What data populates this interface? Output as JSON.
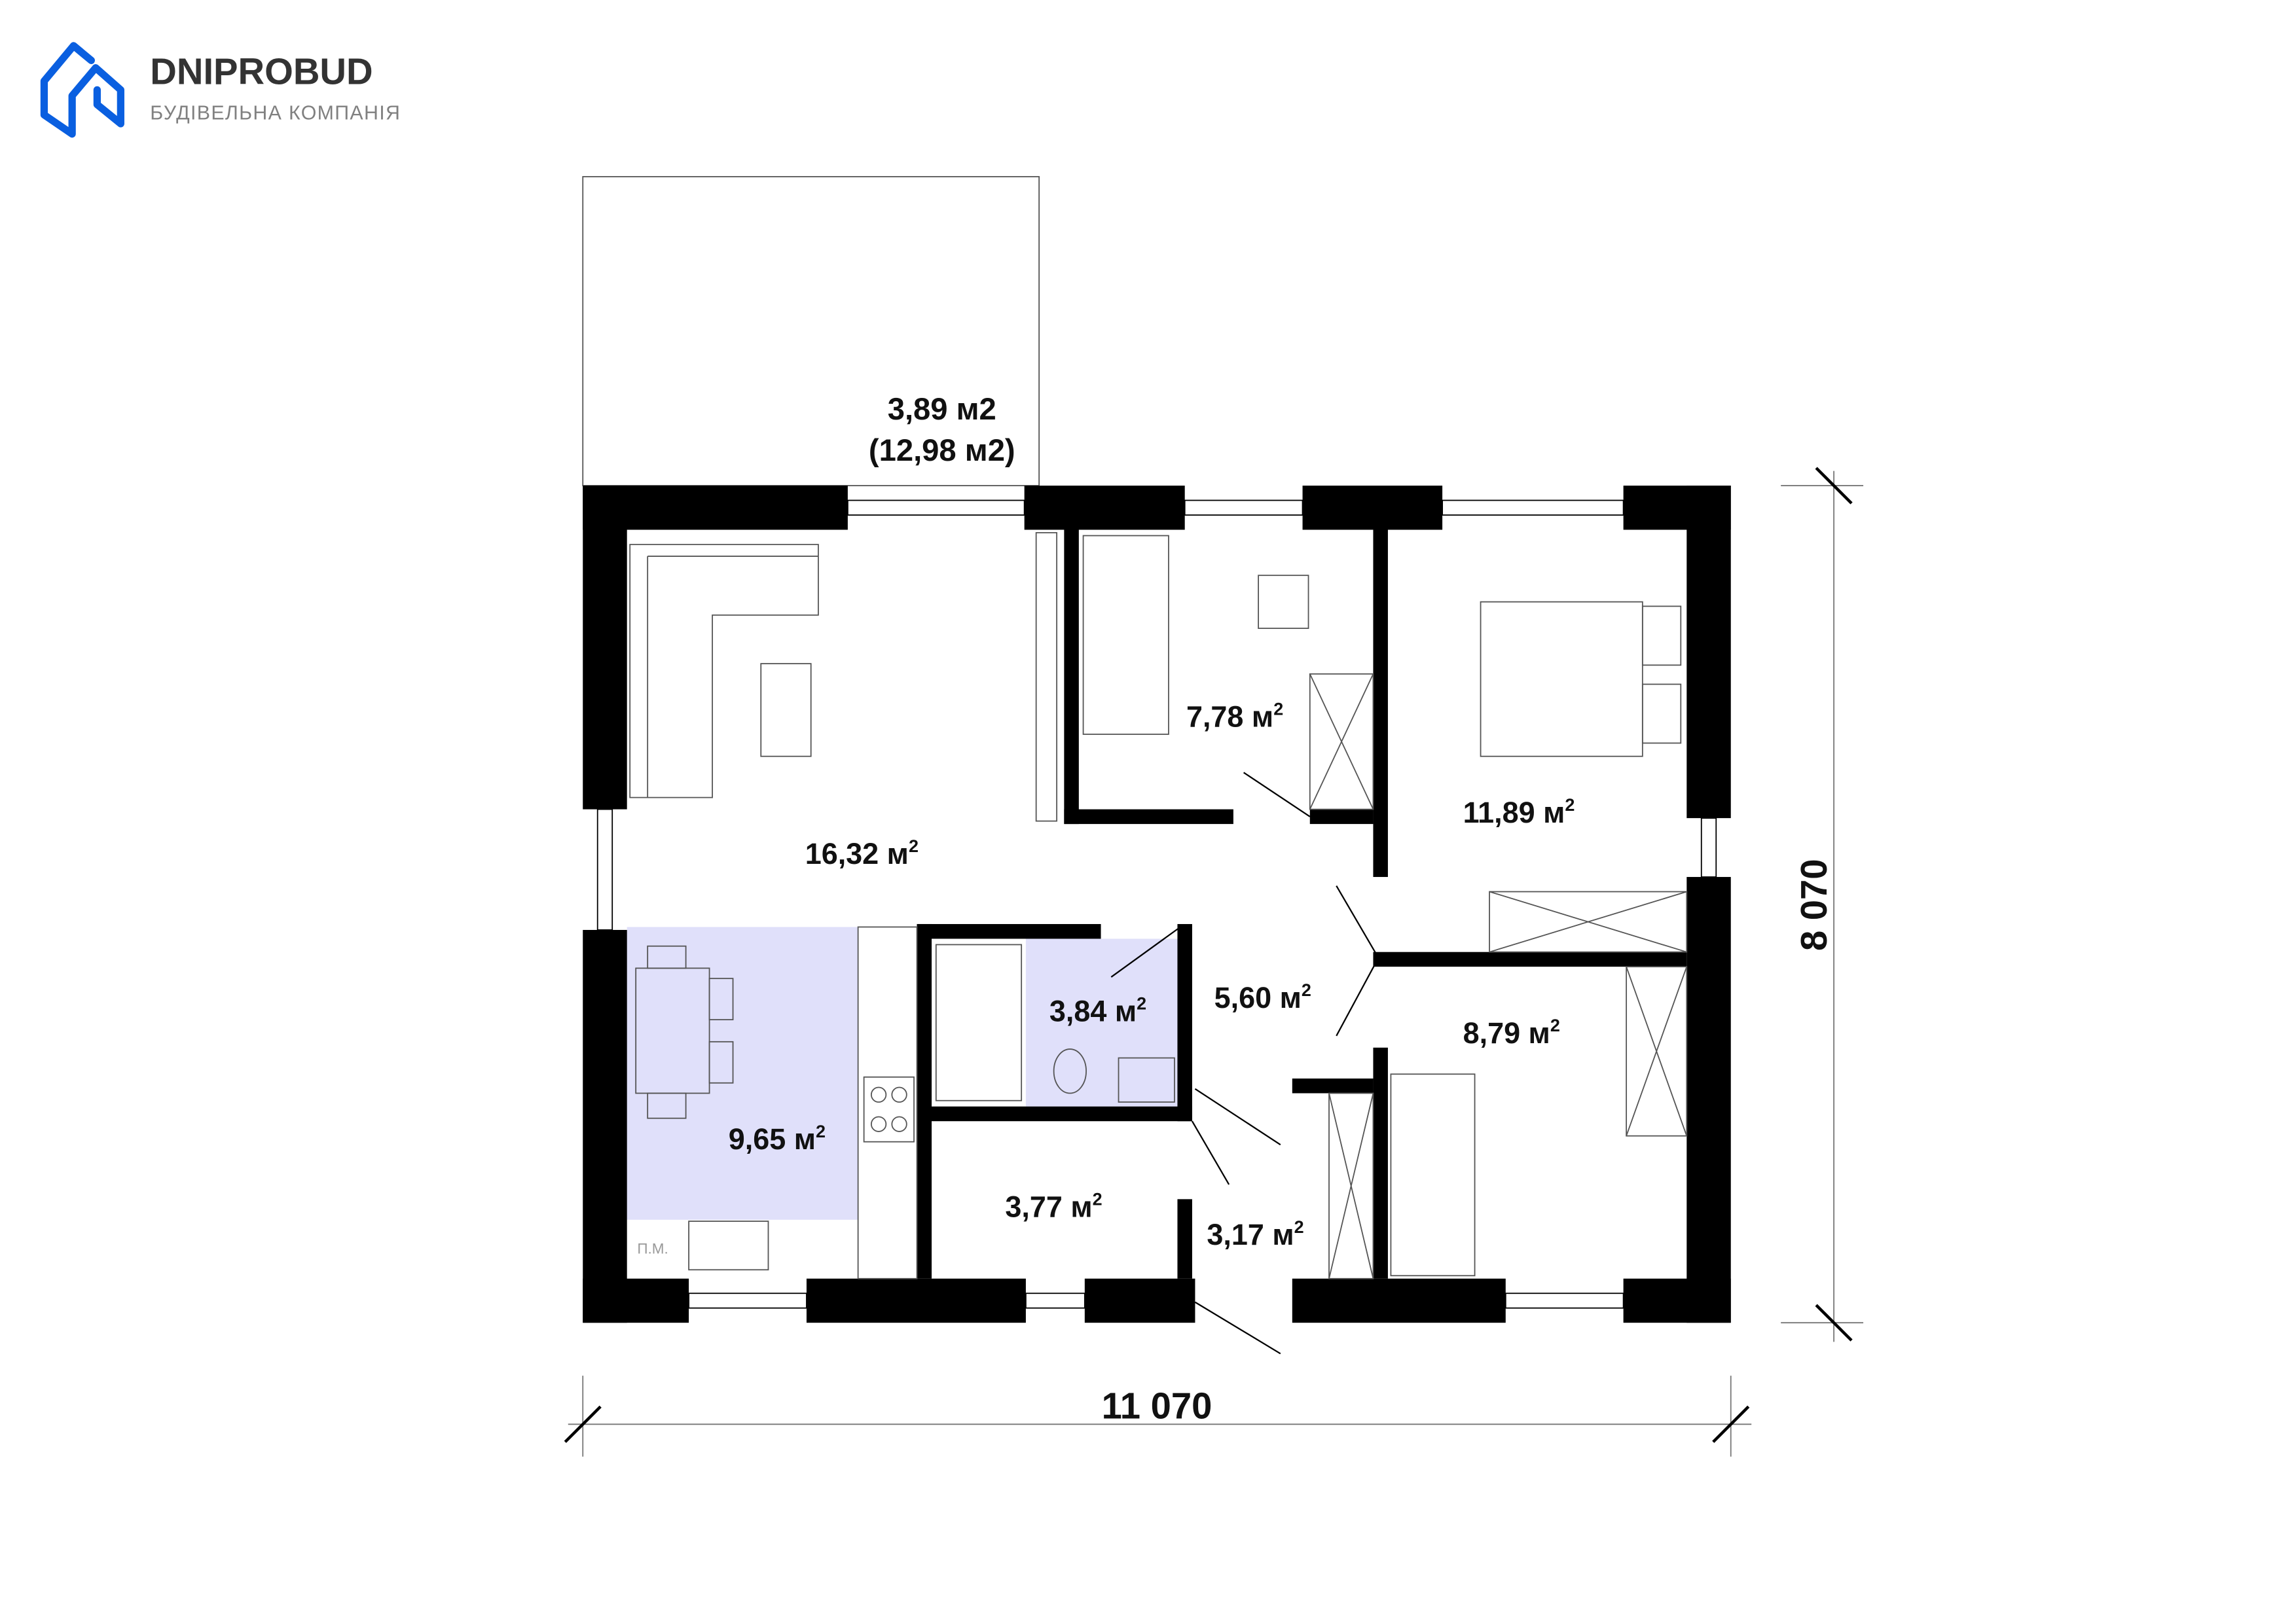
{
  "brand": {
    "name": "DNIPROBUD",
    "tagline": "БУДІВЕЛЬНА КОМПАНІЯ",
    "logo_color": "#0a5fe0",
    "name_color": "#333333",
    "tagline_color": "#808080"
  },
  "terrace": {
    "area": "3,89 м2",
    "area_total": "(12,98 м2)"
  },
  "dimensions": {
    "width": "11 070",
    "depth": "8 070"
  },
  "rooms": [
    {
      "name": "living",
      "area": "16,32 м",
      "sup": "2"
    },
    {
      "name": "bedroom-small",
      "area": "7,78 м",
      "sup": "2"
    },
    {
      "name": "bedroom-main",
      "area": "11,89 м",
      "sup": "2"
    },
    {
      "name": "hall",
      "area": "5,60 м",
      "sup": "2"
    },
    {
      "name": "bathroom",
      "area": "3,84 м",
      "sup": "2"
    },
    {
      "name": "bedroom-office",
      "area": "8,79 м",
      "sup": "2"
    },
    {
      "name": "kitchen",
      "area": "9,65 м",
      "sup": "2"
    },
    {
      "name": "boiler-room",
      "area": "3,77 м",
      "sup": "2"
    },
    {
      "name": "entrance",
      "area": "3,17 м",
      "sup": "2"
    }
  ],
  "fixtures": {
    "fridge_label": "П.М."
  },
  "colors": {
    "highlight": "#e0e0fa",
    "wall": "#000000"
  }
}
